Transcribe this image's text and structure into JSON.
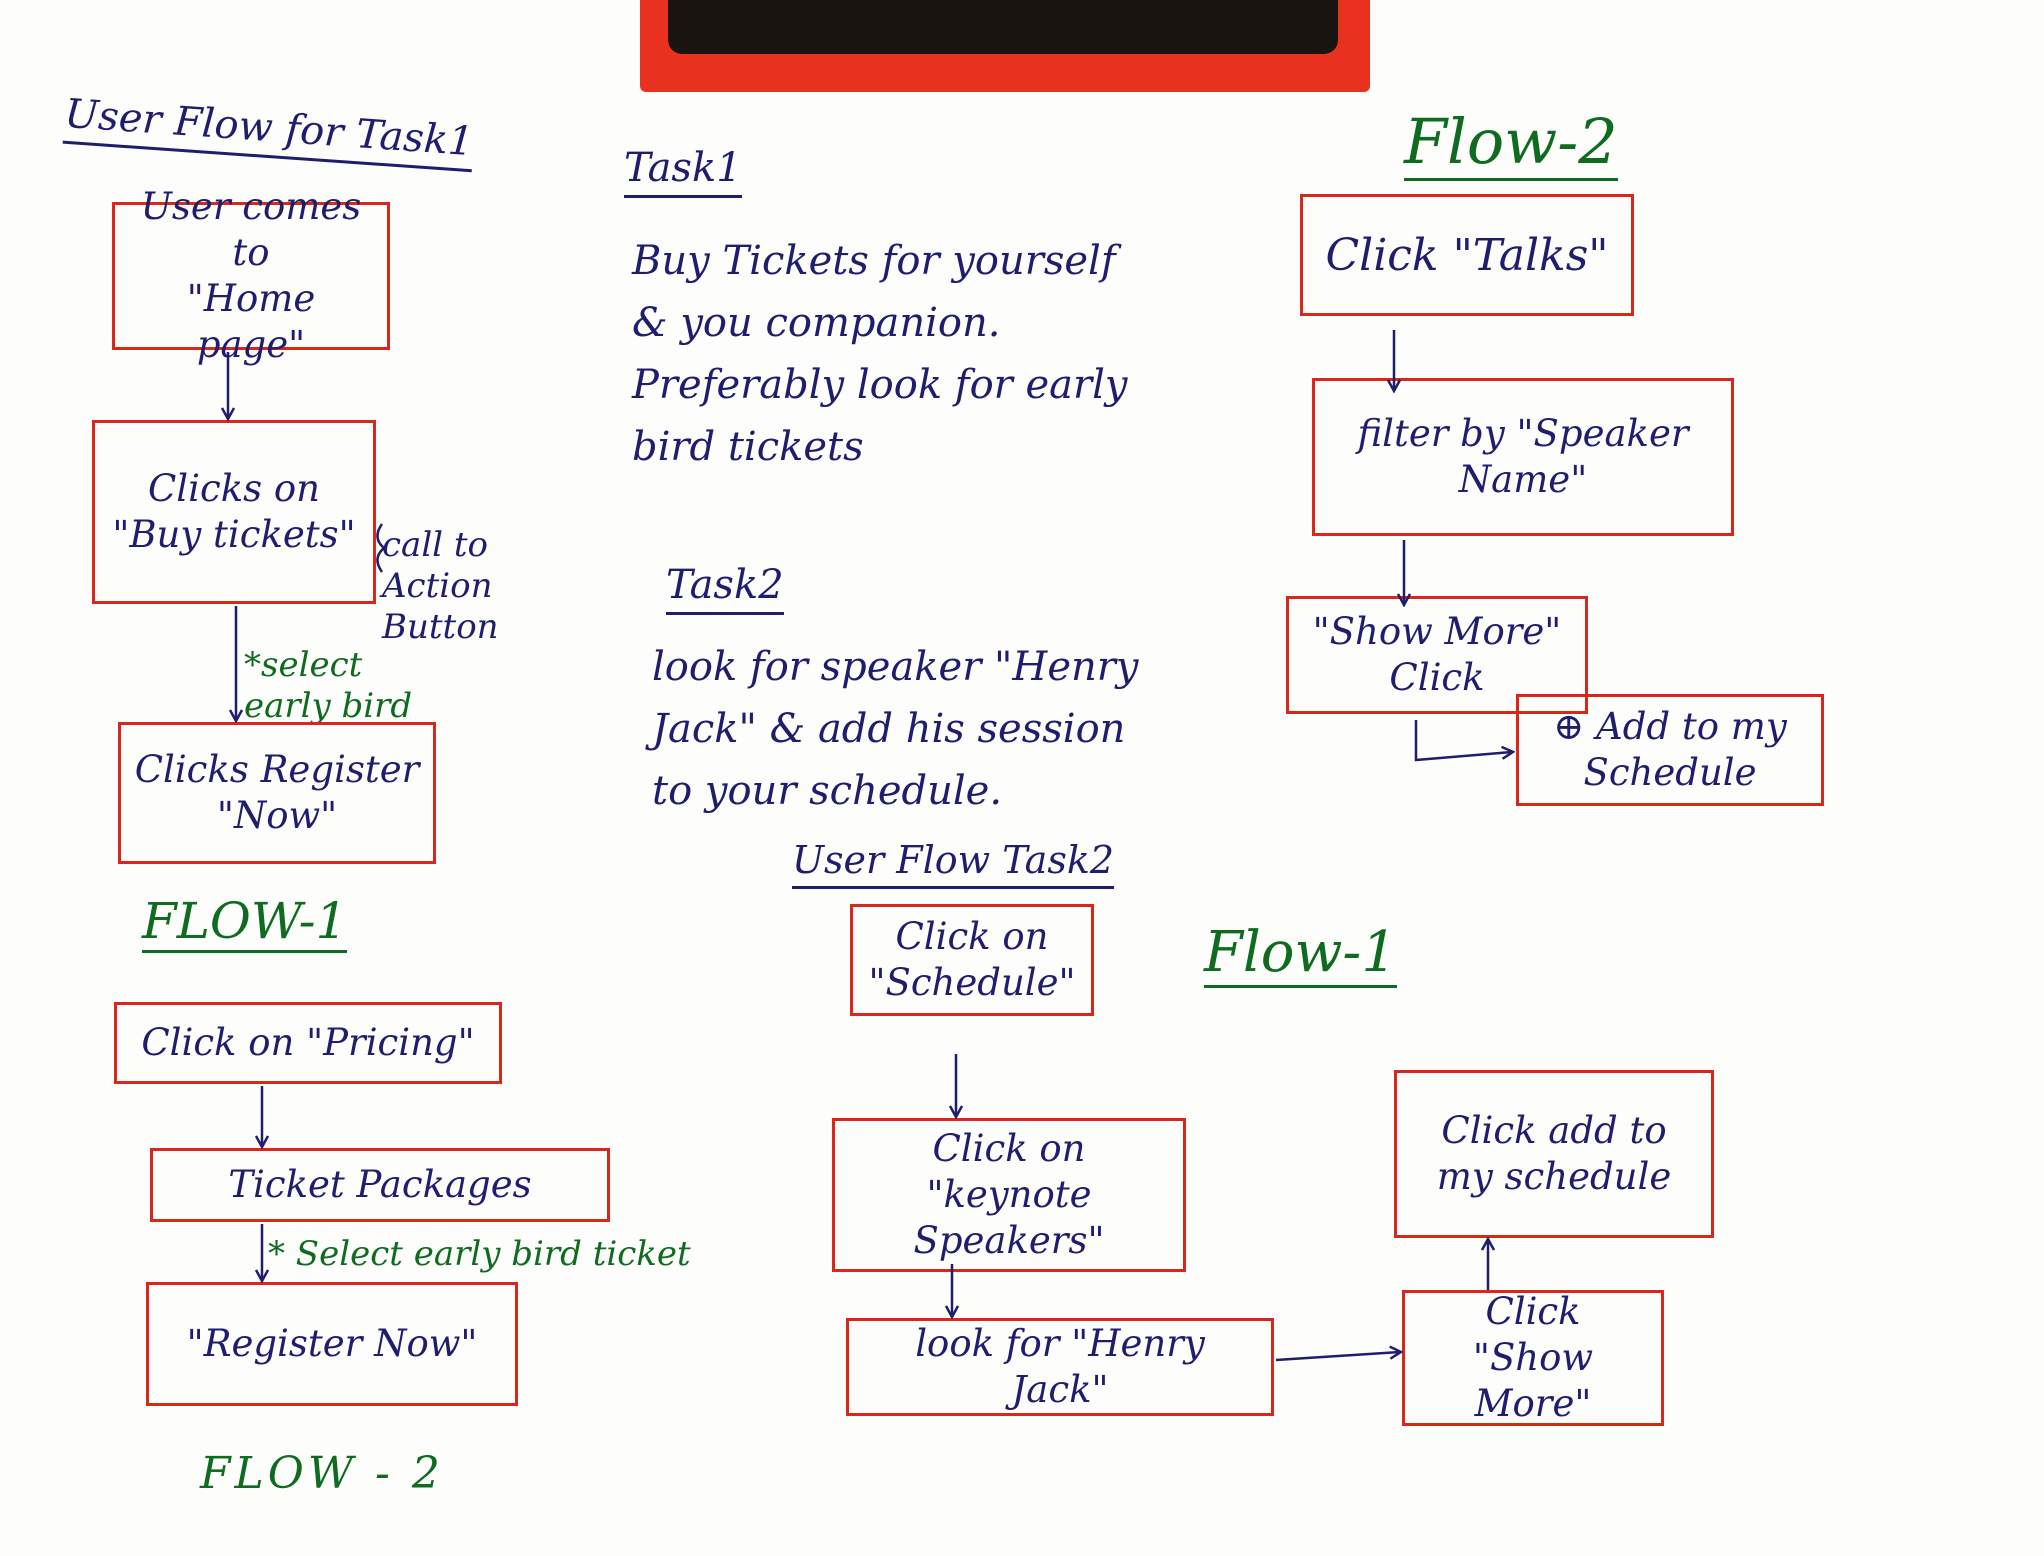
{
  "task1_section": {
    "title": "User Flow for Task1",
    "boxes": [
      "User comes to\n\"Home page\"",
      "Clicks on\n\"Buy tickets\"",
      "Clicks Register\n\"Now\""
    ],
    "cta_note": "call to\nAction\nButton",
    "early_bird_note": "*select\nearly bird"
  },
  "task1_flow1": {
    "title": "FLOW-1",
    "boxes": [
      "Click on \"Pricing\"",
      "Ticket Packages",
      "\"Register Now\""
    ],
    "note": "* Select early bird ticket",
    "footer_label": "FLOW - 2"
  },
  "tasks": {
    "task1_heading": "Task1",
    "task1_text": "Buy Tickets for yourself\n& you companion.\nPreferably look for early\n  bird tickets",
    "task2_heading": "Task2",
    "task2_text": "look for speaker \"Henry\nJack\" & add his session\nto your schedule."
  },
  "task2_section": {
    "title": "User Flow Task2",
    "boxes": [
      "Click on\n\"Schedule\"",
      "Click on\n\"keynote Speakers\"",
      "look for \"Henry Jack\"",
      "Click\n\"Show More\"",
      "Click add to\nmy schedule"
    ]
  },
  "task2_flow1_label": "Flow-1",
  "task2_flow2": {
    "title": "Flow-2",
    "boxes": [
      "Click \"Talks\"",
      "filter by \"Speaker\nName\"",
      "\"Show More\"\nClick",
      "⊕ Add to my\nSchedule"
    ]
  },
  "colors": {
    "ink": "#1f1d6e",
    "box_border": "#d8281c",
    "green": "#0f6b1f",
    "board_frame": "#e8321f"
  }
}
